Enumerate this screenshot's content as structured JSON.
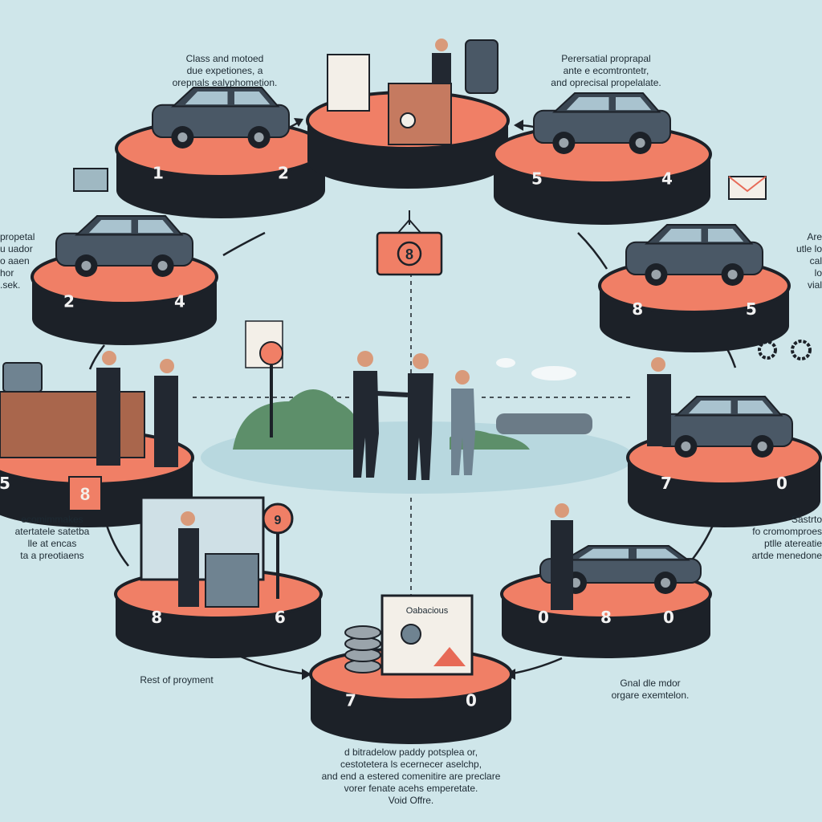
{
  "colors": {
    "background": "#cfe6ea",
    "platform_top": "#f07f66",
    "platform_side": "#1c2128",
    "car_body": "#4a5866",
    "suit": "#222831",
    "accent_red": "#e76a57"
  },
  "captions": {
    "top_left": "Class and motoed\ndue expetiones, a\norepnals ealyphometion.",
    "top_right": "Perersatial proprapal\nante e ecomtrontetr,\nand oprecisal propelalate.",
    "left_middle": "propetal\nu uador\no aaen\nhor\n.sek.",
    "right_middle": "Are\nutle lo\ncal\nlo\nvial",
    "left_lower": "ecomimmakes\natertatele satetba\nlle at encas\nta a preotiaens",
    "right_lower": "Sastrto\nfo cromomproes\nptlle atereatie\nartde menedone",
    "payment": "Rest of proyment",
    "bottom_right": "Gnal dle mdor\norgare exemtelon.",
    "bottom_center": "d bitradelow paddy potsplea or,\ncestotetera ls ecernecer aselchp,\nand end a estered comenitire are preclare\nvorer fenate acehs emperetate.\nVoid Offre."
  },
  "stations": [
    {
      "id": "s1",
      "labels": [
        "1",
        "2"
      ]
    },
    {
      "id": "s2",
      "labels": []
    },
    {
      "id": "s3",
      "labels": [
        "5",
        "4"
      ]
    },
    {
      "id": "s4",
      "labels": [
        "2",
        "4"
      ]
    },
    {
      "id": "s5",
      "labels": [
        "8",
        "5"
      ]
    },
    {
      "id": "s6",
      "labels": [
        "5"
      ]
    },
    {
      "id": "s7",
      "labels": [
        "7",
        "0"
      ]
    },
    {
      "id": "s8",
      "labels": [
        "8",
        "6"
      ]
    },
    {
      "id": "s9",
      "labels": [
        "0",
        "8",
        "0"
      ]
    },
    {
      "id": "s10",
      "labels": [
        "7",
        "0"
      ]
    }
  ],
  "badges": {
    "center_sign": "8",
    "left_tag": "8",
    "pole_sign": "9",
    "screen_title": "Oabacious"
  }
}
